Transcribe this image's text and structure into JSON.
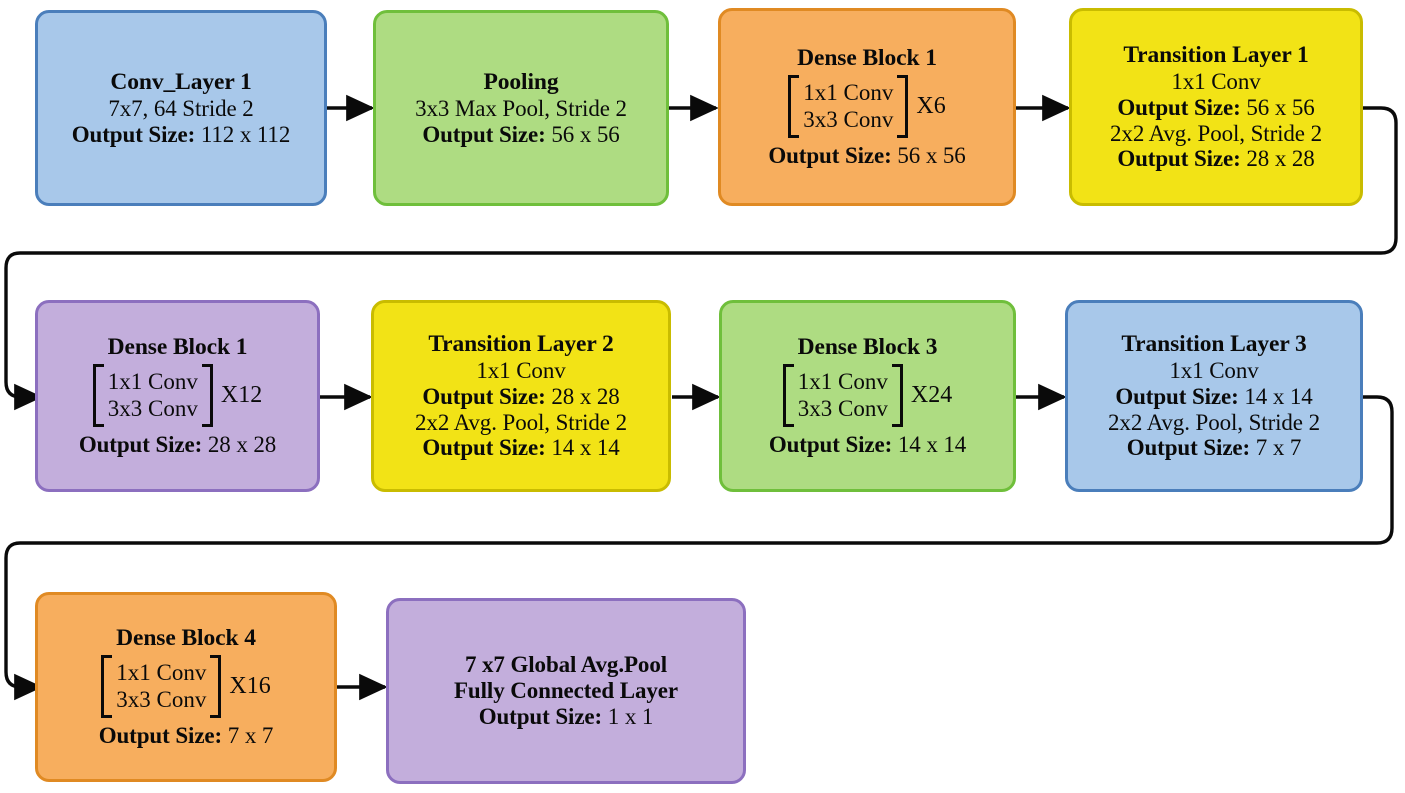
{
  "diagram": {
    "title": "DenseNet architecture block diagram",
    "palette": {
      "blue_fill": "#A8C8EA",
      "blue_stroke": "#4A7EBB",
      "green_fill": "#AEDC82",
      "green_stroke": "#6FBF3B",
      "orange_fill": "#F7AE5E",
      "orange_stroke": "#E08A23",
      "yellow_fill": "#F2E316",
      "yellow_stroke": "#C9BC00",
      "purple_fill": "#C3AEDC",
      "purple_stroke": "#8C6FBF",
      "arrow": "#0a0a0a",
      "background": "#FFFFFF"
    },
    "nodes": [
      {
        "id": "conv-layer-1",
        "title": "Conv_Layer 1",
        "lines": [
          "7x7, 64 Stride 2"
        ],
        "output_line": "Output Size: 112 x 112",
        "output_label": "Output Size:",
        "output_value": "112 x 112"
      },
      {
        "id": "pooling",
        "title": "Pooling",
        "lines": [
          "3x3 Max Pool, Stride 2"
        ],
        "output_label": "Output Size:",
        "output_value": "56 x 56"
      },
      {
        "id": "dense-block-1",
        "title": "Dense Block 1",
        "bracket_rows": [
          "1x1 Conv",
          "3x3 Conv"
        ],
        "multiplier": "X6",
        "output_label": "Output Size:",
        "output_value": "56 x 56"
      },
      {
        "id": "transition-layer-1",
        "title": "Transition Layer 1",
        "lines": [
          "1x1 Conv"
        ],
        "output_label": "Output Size:",
        "output_value": "56 x 56",
        "pool_line": "2x2 Avg. Pool, Stride 2",
        "output_label_2": "Output Size:",
        "output_value_2": "28 x 28"
      },
      {
        "id": "dense-block-2",
        "title": "Dense Block 1",
        "bracket_rows": [
          "1x1 Conv",
          "3x3 Conv"
        ],
        "multiplier": "X12",
        "output_label": "Output Size:",
        "output_value": "28 x 28"
      },
      {
        "id": "transition-layer-2",
        "title": "Transition Layer 2",
        "lines": [
          "1x1 Conv"
        ],
        "output_label": "Output Size:",
        "output_value": "28 x 28",
        "pool_line": "2x2 Avg. Pool, Stride 2",
        "output_label_2": "Output Size:",
        "output_value_2": "14 x 14"
      },
      {
        "id": "dense-block-3",
        "title": "Dense Block 3",
        "bracket_rows": [
          "1x1 Conv",
          "3x3 Conv"
        ],
        "multiplier": "X24",
        "output_label": "Output Size:",
        "output_value": "14 x 14"
      },
      {
        "id": "transition-layer-3",
        "title": "Transition Layer 3",
        "lines": [
          "1x1 Conv"
        ],
        "output_label": "Output Size:",
        "output_value": "14 x 14",
        "pool_line": "2x2 Avg. Pool, Stride 2",
        "output_label_2": "Output Size:",
        "output_value_2": "7 x 7"
      },
      {
        "id": "dense-block-4",
        "title": "Dense Block 4",
        "bracket_rows": [
          "1x1 Conv",
          "3x3 Conv"
        ],
        "multiplier": "X16",
        "output_label": "Output Size:",
        "output_value": "7 x 7"
      },
      {
        "id": "classifier",
        "line_1": "7 x7 Global Avg.Pool",
        "line_2": "Fully Connected Layer",
        "output_label": "Output Size:",
        "output_value": "1 x 1"
      }
    ]
  }
}
